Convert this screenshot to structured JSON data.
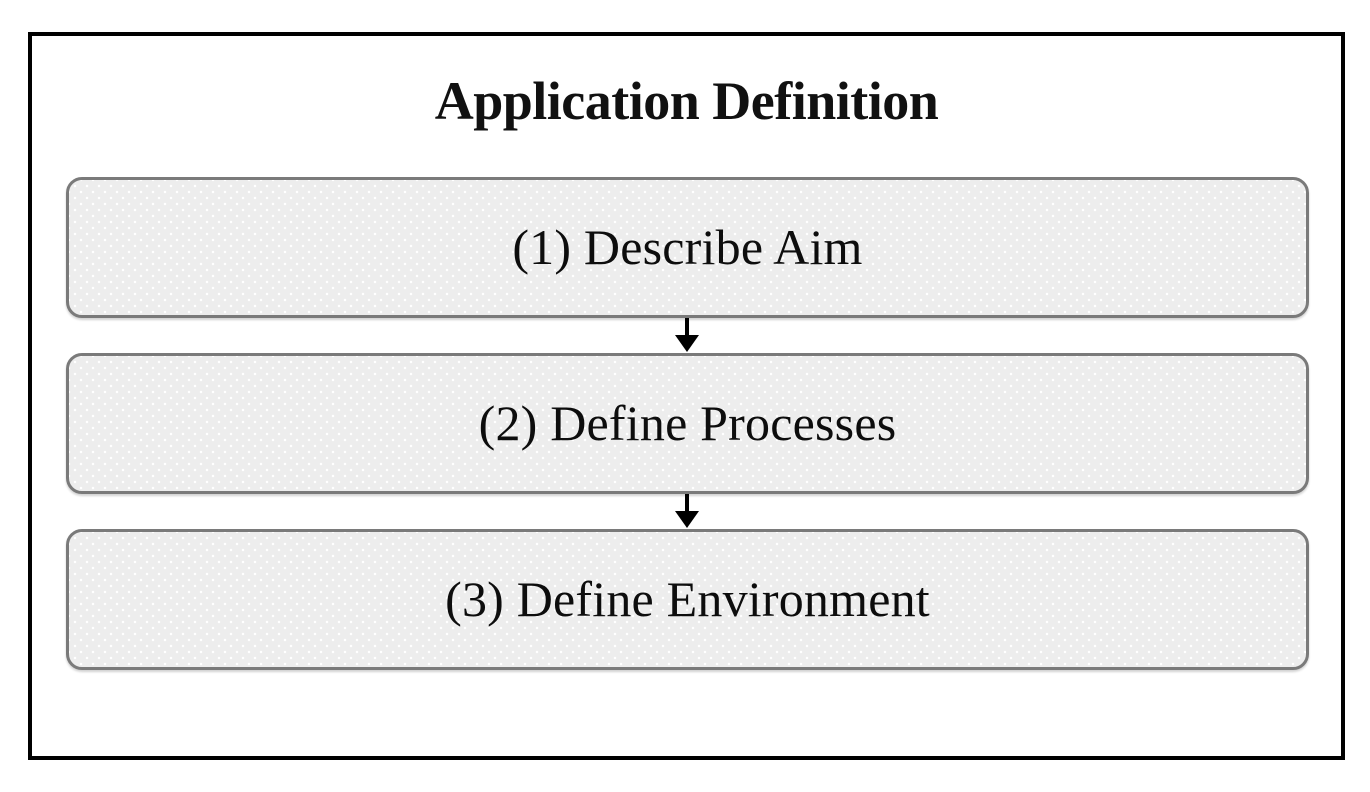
{
  "diagram": {
    "title": "Application Definition",
    "frame": {
      "border_color": "#000000",
      "background_color": "#ffffff"
    },
    "box_style": {
      "fill_color": "#ededed",
      "dot_color": "#ffffff",
      "border_color": "#7a7a7a",
      "text_color": "#0d0d0d"
    },
    "arrow_style": {
      "color": "#000000",
      "direction": "down"
    },
    "steps": [
      {
        "number": "(1)",
        "name": "Describe Aim",
        "label": "(1) Describe Aim"
      },
      {
        "number": "(2)",
        "name": "Define Processes",
        "label": "(2) Define Processes"
      },
      {
        "number": "(3)",
        "name": "Define Environment",
        "label": "(3) Define Environment"
      }
    ],
    "connectors": [
      {
        "from": "(1) Describe Aim",
        "to": "(2) Define Processes",
        "icon": "down-arrow-icon"
      },
      {
        "from": "(2) Define Processes",
        "to": "(3) Define Environment",
        "icon": "down-arrow-icon"
      }
    ]
  }
}
